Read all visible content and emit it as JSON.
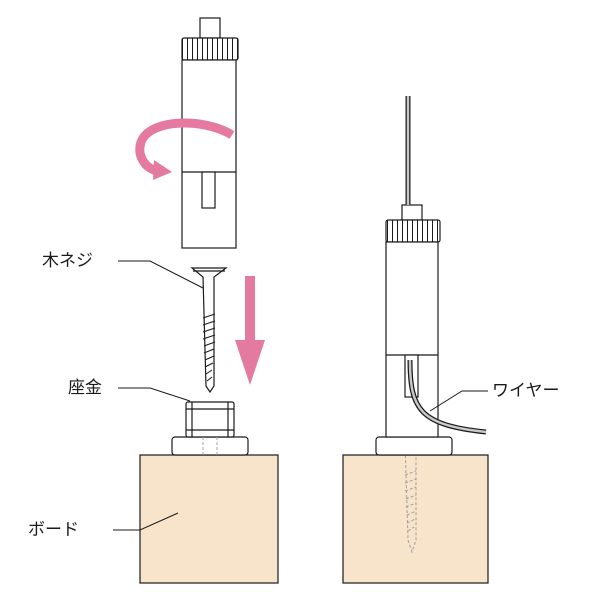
{
  "labels": {
    "wood_screw": "木ネジ",
    "washer": "座金",
    "board": "ボード",
    "wire": "ワイヤー"
  },
  "colors": {
    "board_fill": "#f8e3cb",
    "arrow_pink": "#e57aa0",
    "line": "#1a1a1a",
    "hidden_line": "#a0a0a0"
  },
  "icons": {
    "rotate": "curved-rotate-arrow-icon",
    "down": "down-arrow-icon"
  }
}
